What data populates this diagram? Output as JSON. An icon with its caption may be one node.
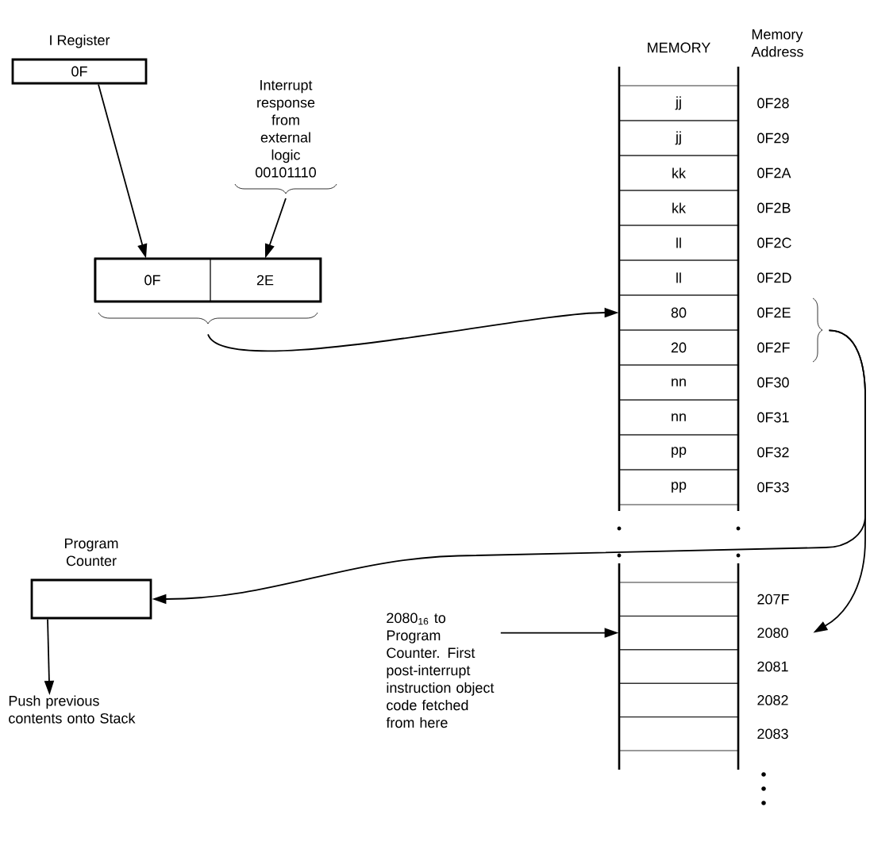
{
  "diagram": {
    "nodes": [
      {
        "text": [
          "I Register",
          "0F"
        ]
      },
      {
        "text": [
          "Interrupt response from external logic 00101110"
        ]
      },
      {
        "text": [],
        "shape": "box"
      },
      {
        "text": [
          "0F"
        ],
        "in": 2
      },
      {
        "text": [
          "2E"
        ],
        "in": 2
      },
      {
        "text": [
          "jj"
        ],
        "beside": [
          "0F28"
        ]
      },
      {
        "text": [
          "jj"
        ],
        "beside": [
          "0F29"
        ]
      },
      {
        "text": [
          "kk"
        ],
        "beside": [
          "0F2A"
        ]
      },
      {
        "text": [
          "kk"
        ],
        "beside": [
          "0F2B"
        ]
      },
      {
        "text": [
          "ll"
        ],
        "beside": [
          "0F2C"
        ]
      },
      {
        "text": [
          "ll"
        ],
        "beside": [
          "0F2D"
        ]
      },
      {
        "text": [
          "80"
        ],
        "beside": [
          "0F2E"
        ]
      },
      {
        "text": [
          "20"
        ],
        "beside": [
          "0F2F"
        ]
      },
      {
        "text": [
          "nn"
        ],
        "beside": [
          "0F30"
        ]
      },
      {
        "text": [
          "nn"
        ],
        "beside": [
          "0F31"
        ]
      },
      {
        "text": [
          "pp"
        ],
        "beside": [
          "0F32"
        ]
      },
      {
        "text": [
          "pp"
        ],
        "beside": [
          "0F33"
        ]
      },
      {
        "text": [],
        "shape": "box",
        "beside": [
          "207F"
        ]
      },
      {
        "text": [],
        "shape": "box",
        "beside": [
          "2080"
        ]
      },
      {
        "text": [],
        "shape": "box",
        "beside": [
          "2081"
        ]
      },
      {
        "text": [],
        "shape": "box",
        "beside": [
          "2082"
        ]
      },
      {
        "text": [],
        "shape": "box",
        "beside": [
          "2083"
        ]
      },
      {
        "text": [
          "Program Counter"
        ]
      },
      {
        "text": [
          "Push previous contents onto Stack"
        ]
      },
      {
        "text": [
          "2080$_{16}$ to Program Counter. First post-interrupt instruction object code fetched from here"
        ]
      }
    ],
    "edges": [
      {
        "from": 0,
        "to": 3,
        "arrow": "to"
      },
      {
        "from": 1,
        "to": 4,
        "arrow": "to"
      },
      {
        "from": 2,
        "to": 11,
        "arrow": "to"
      },
      {
        "from": 11,
        "to": 22,
        "arrow": "to"
      },
      {
        "from": 11,
        "to": 18,
        "arrow": "to"
      },
      {
        "from": 22,
        "to": 23,
        "arrow": "to"
      },
      {
        "from": 24,
        "to": 18,
        "arrow": "to"
      }
    ],
    "labels": [
      "MEMORY",
      "Memory Address"
    ]
  }
}
